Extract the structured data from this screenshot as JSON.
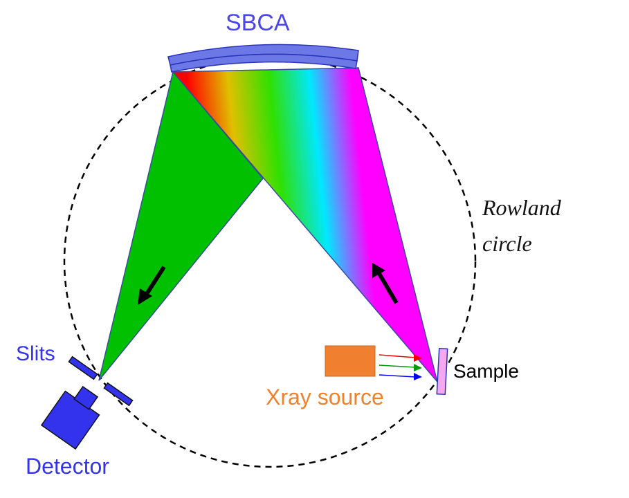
{
  "labels": {
    "crystal": "SBCA",
    "circle_line1": "Rowland",
    "circle_line2": "circle",
    "slits": "Slits",
    "detector": "Detector",
    "source": "Xray source",
    "sample": "Sample"
  },
  "colors": {
    "crystal_label": "#4a45ee",
    "crystal_fill": "#6b78e6",
    "crystal_stroke": "#2a32b8",
    "blue_parts": "#3333ee",
    "source_label": "#f0822e",
    "source_box": "#f08030",
    "green_beam": "#00c000",
    "sample_fill": "#f4a8f0",
    "circle": "#000000"
  },
  "rainbow_stops": [
    "#ff0000",
    "#e0c000",
    "#30e000",
    "#00e8ff",
    "#ff00ff"
  ],
  "arrow_colors": [
    "#ee0000",
    "#009900",
    "#0000ee"
  ],
  "icons": {
    "beam_direction_arrows": "arrow-icon"
  }
}
